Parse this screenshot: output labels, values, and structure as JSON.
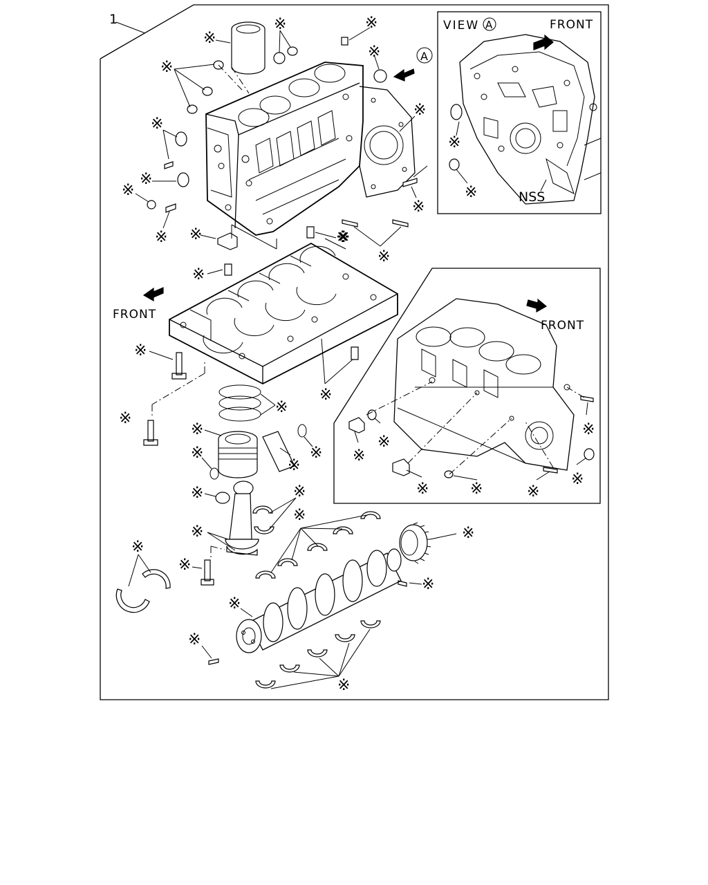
{
  "diagram": {
    "callout_main": "1",
    "asterisk_symbol": "※",
    "view_label": "VIEW",
    "view_letter": "A",
    "callout_a": "A",
    "front_label": "FRONT",
    "nss_label": "NSS"
  },
  "colors": {
    "ink": "#000000",
    "paper": "#ffffff"
  }
}
